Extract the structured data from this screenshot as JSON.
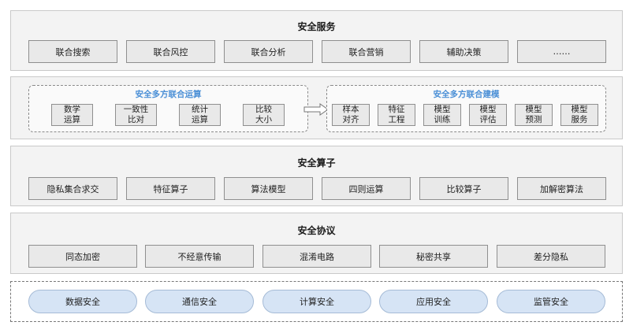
{
  "security_services": {
    "title": "安全服务",
    "items": [
      "联合搜索",
      "联合风控",
      "联合分析",
      "联合营销",
      "辅助决策",
      "……"
    ]
  },
  "computation": {
    "title": "安全多方联合运算",
    "items": [
      {
        "line1": "数学",
        "line2": "运算"
      },
      {
        "line1": "一致性",
        "line2": "比对"
      },
      {
        "line1": "统计",
        "line2": "运算"
      },
      {
        "line1": "比较",
        "line2": "大小"
      }
    ]
  },
  "modeling": {
    "title": "安全多方联合建模",
    "items": [
      {
        "line1": "样本",
        "line2": "对齐"
      },
      {
        "line1": "特征",
        "line2": "工程"
      },
      {
        "line1": "模型",
        "line2": "训练"
      },
      {
        "line1": "模型",
        "line2": "评估"
      },
      {
        "line1": "模型",
        "line2": "预测"
      },
      {
        "line1": "模型",
        "line2": "服务"
      }
    ]
  },
  "security_operators": {
    "title": "安全算子",
    "items": [
      "隐私集合求交",
      "特征算子",
      "算法模型",
      "四则运算",
      "比较算子",
      "加解密算法"
    ]
  },
  "security_protocols": {
    "title": "安全协议",
    "items": [
      "同态加密",
      "不经意传输",
      "混淆电路",
      "秘密共享",
      "差分隐私"
    ]
  },
  "security_foundation": {
    "items": [
      "数据安全",
      "通信安全",
      "计算安全",
      "应用安全",
      "监管安全"
    ]
  },
  "colors": {
    "accent_title": "#4a8fd6",
    "pill_fill": "#d6e4f5"
  }
}
